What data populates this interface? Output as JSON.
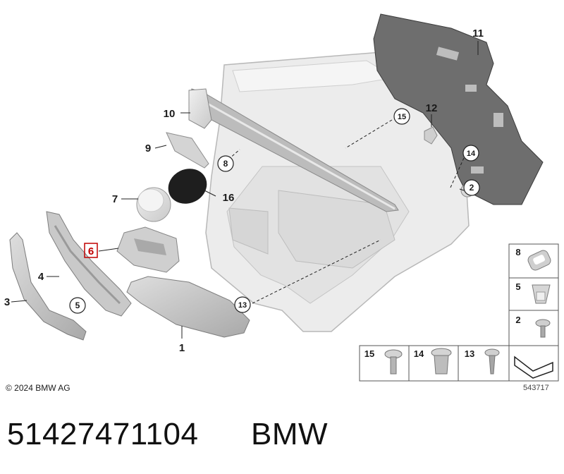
{
  "diagram": {
    "copyright": "© 2024 BMW AG",
    "reference_number": "543717",
    "callouts": {
      "c1": "1",
      "c2": "2",
      "c3": "3",
      "c4": "4",
      "c5": "5",
      "c6": "6",
      "c7": "7",
      "c8": "8",
      "c9": "9",
      "c10": "10",
      "c11": "11",
      "c12": "12",
      "c13": "13",
      "c14": "14",
      "c15": "15",
      "c16": "16"
    },
    "highlighted_callout": "6",
    "legend": {
      "l8": "8",
      "l5": "5",
      "l2": "2",
      "l15": "15",
      "l14": "14",
      "l13": "13"
    }
  },
  "footer": {
    "part_number": "51427471104",
    "brand": "BMW"
  }
}
